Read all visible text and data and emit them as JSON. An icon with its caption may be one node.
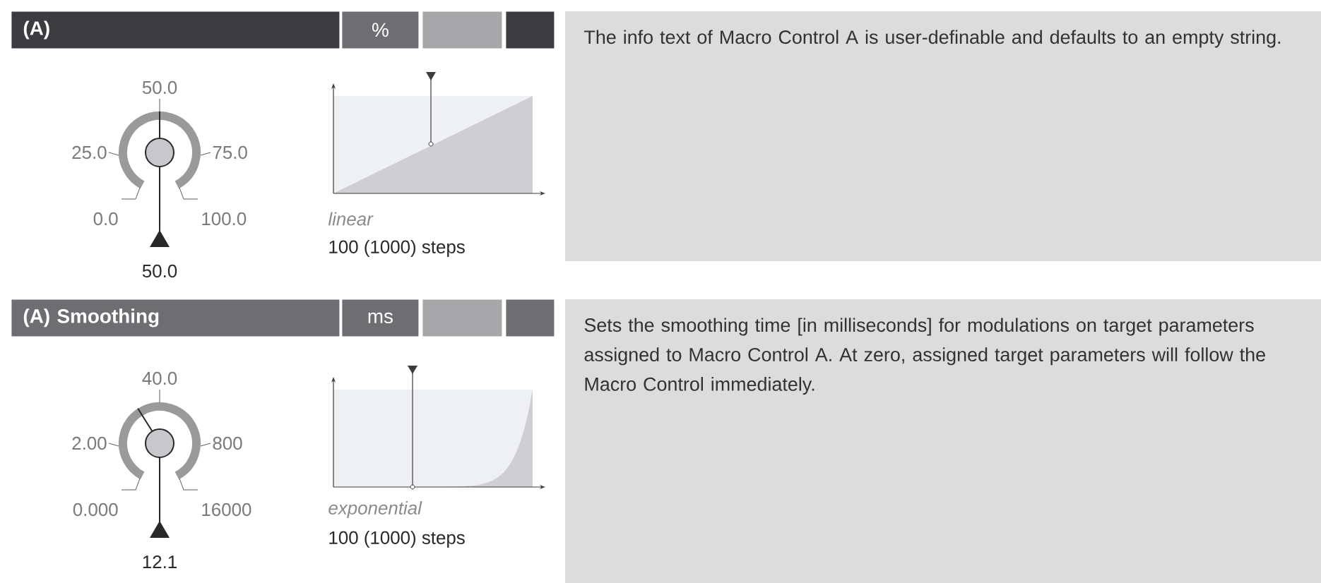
{
  "diagram": {
    "nodes": [
      {
        "text": [
          "(A)"
        ]
      },
      {
        "text": [
          "%"
        ]
      },
      {
        "text": [],
        "shape": "box"
      },
      {
        "text": [],
        "shape": "box"
      },
      {
        "text": [
          "The info text of Macro Control A is user-definable and defaults to an empty string."
        ]
      },
      {
        "text": [
          "(A) Smoothing"
        ]
      },
      {
        "text": [
          "ms"
        ]
      },
      {
        "text": [],
        "shape": "box"
      },
      {
        "text": [],
        "shape": "box"
      },
      {
        "text": [
          "Sets the smoothing time [in milliseconds] for modulations on target parameters assigned to Macro Control A. At zero, assigned target parameters will follow the Macro Control immediately."
        ]
      }
    ],
    "labels": [
      "50.0",
      "25.0",
      "75.0",
      "0.0",
      "100.0",
      "50.0",
      "linear",
      "100 (1000) steps",
      "40.0",
      "2.00",
      "800",
      "0.000",
      "16000",
      "12.1",
      "exponential",
      "100 (1000) steps"
    ]
  }
}
